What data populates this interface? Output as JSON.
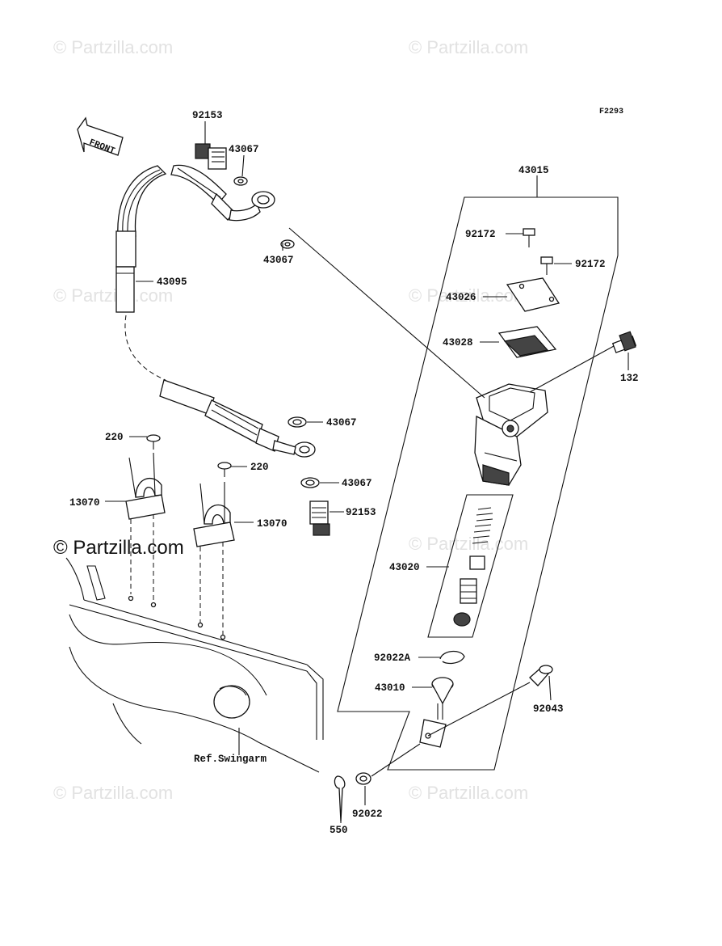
{
  "watermark": {
    "text": "© Partzilla.com",
    "strong_text": "© Partzilla.com",
    "color": "#e2e2e2"
  },
  "diagram": {
    "code": "F2293",
    "front_label": "FRONT",
    "reference_label": "Ref.Swingarm",
    "callouts": {
      "c92153_top": "92153",
      "c43067_a": "43067",
      "c43067_b": "43067",
      "c43095": "43095",
      "c43067_c": "43067",
      "c43067_d": "43067",
      "c92153_bottom": "92153",
      "c220_a": "220",
      "c220_b": "220",
      "c13070_a": "13070",
      "c13070_b": "13070",
      "c43015": "43015",
      "c92172_a": "92172",
      "c92172_b": "92172",
      "c43026": "43026",
      "c43028": "43028",
      "c132": "132",
      "c43020": "43020",
      "c92022a": "92022A",
      "c43010": "43010",
      "c92043": "92043",
      "c92022": "92022",
      "c550": "550"
    }
  }
}
